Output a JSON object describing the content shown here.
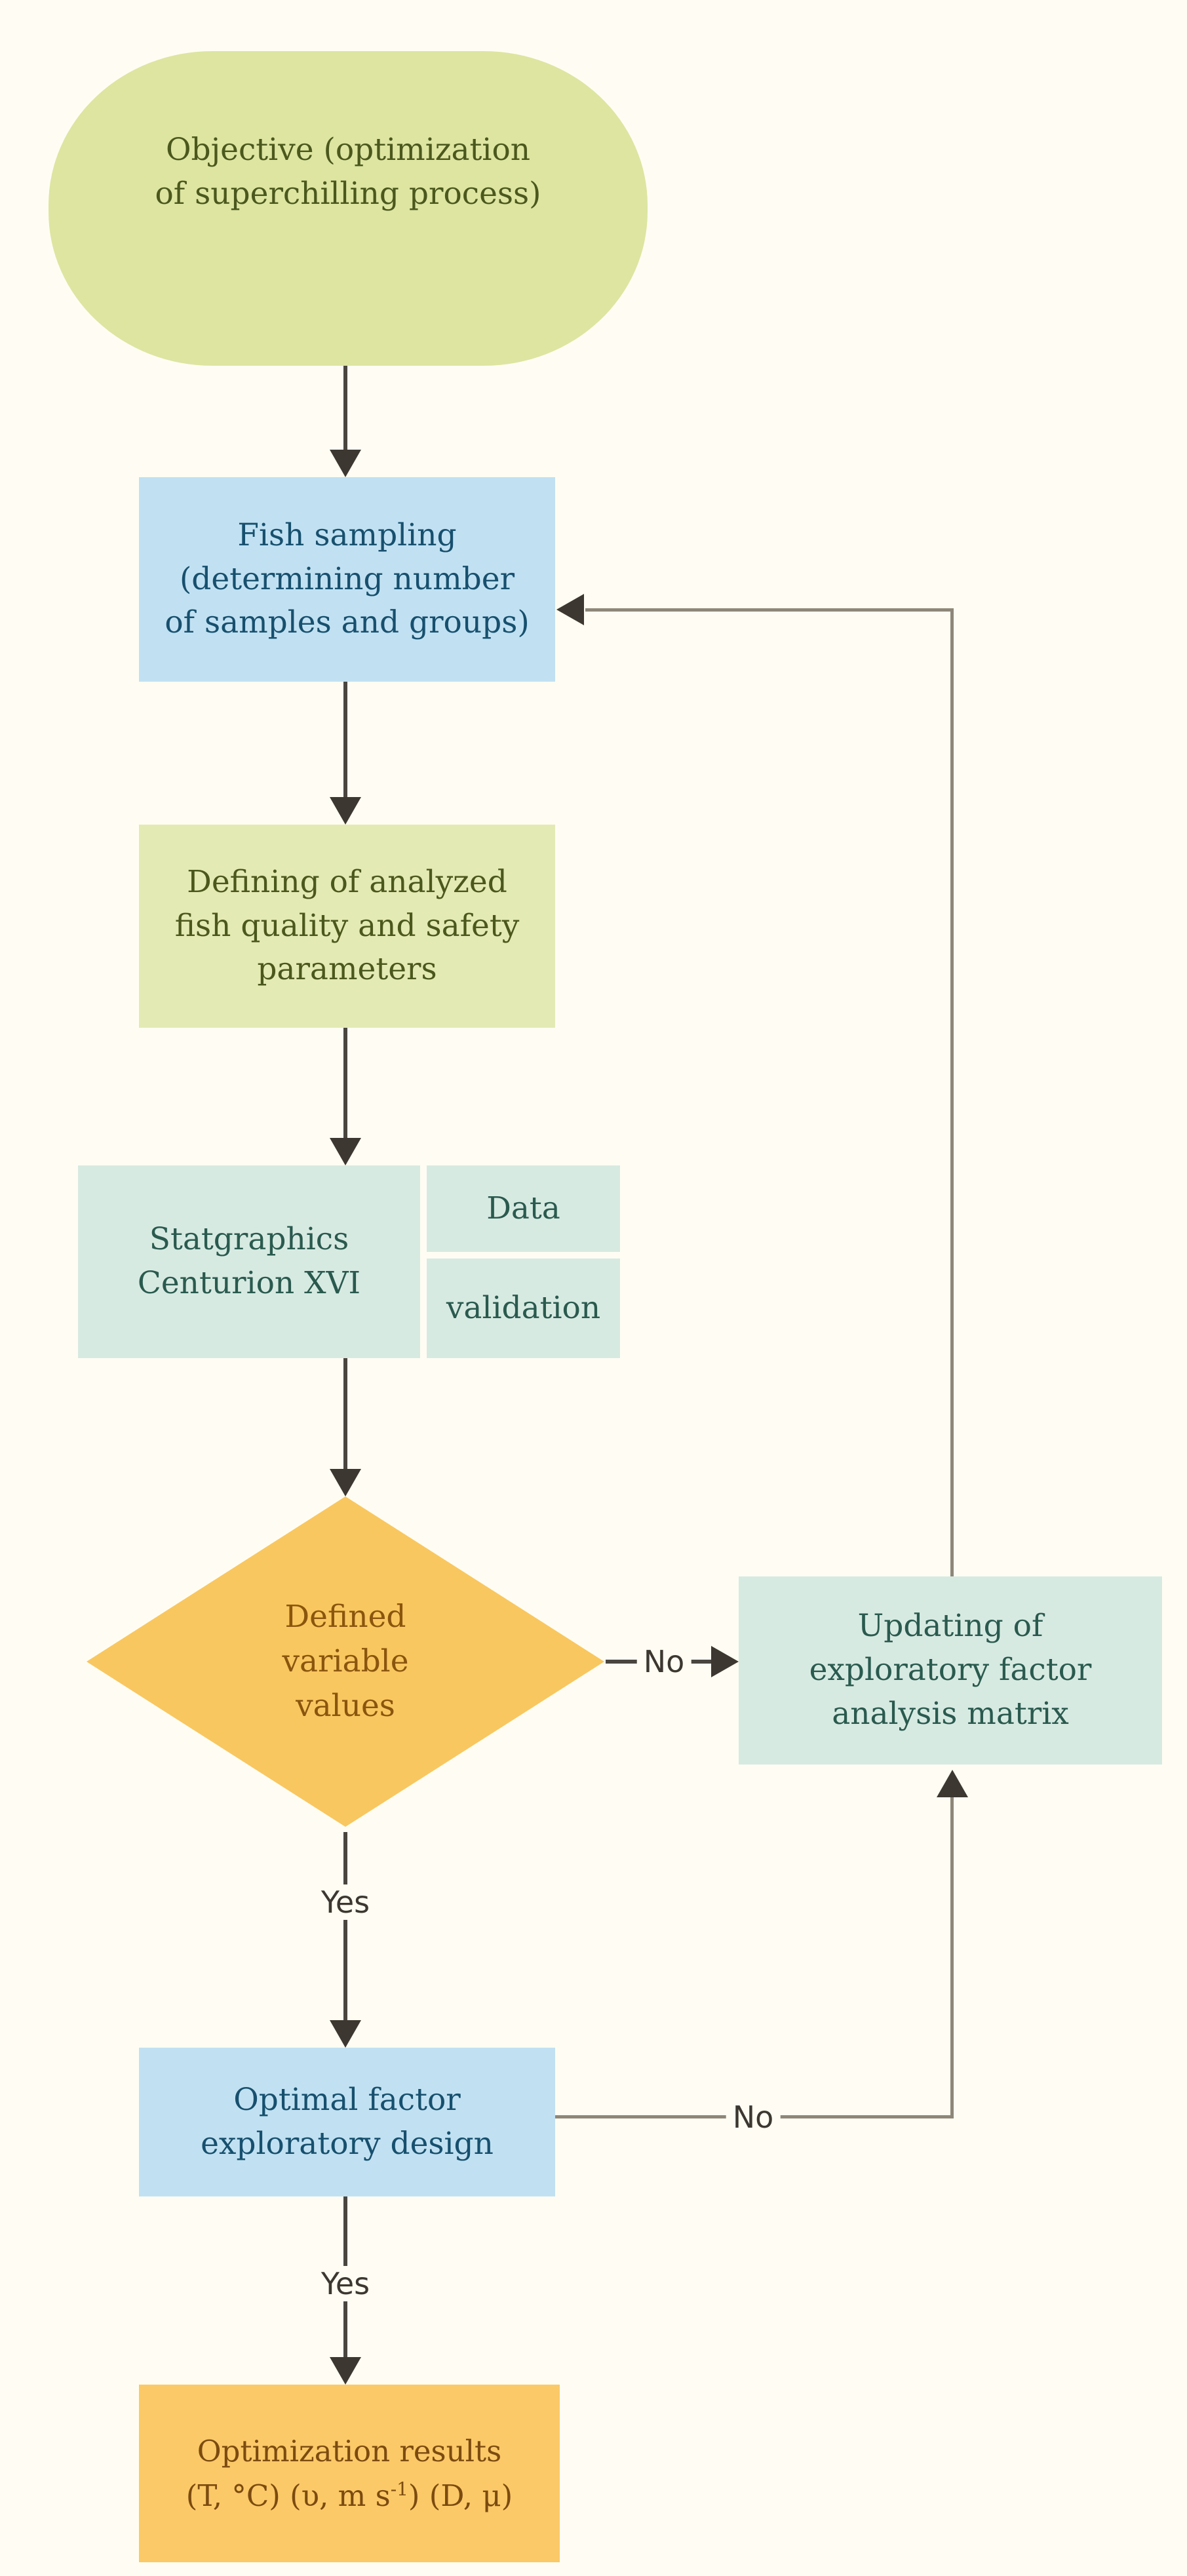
{
  "flowchart": {
    "background_color": "#fffdf3",
    "nodes": {
      "objective": {
        "label": "Objective (optimization\nof superchilling process)",
        "shape": "terminator",
        "fill": "#dde5a1",
        "text_color": "#4b581d"
      },
      "fish_sampling": {
        "label": "Fish sampling\n(determining number\nof samples and groups)",
        "shape": "process",
        "fill": "#c1e1f2",
        "text_color": "#17506e"
      },
      "defining": {
        "label": "Defining of analyzed\nfish quality and safety\nparameters",
        "shape": "process",
        "fill": "#e4eab4",
        "text_color": "#4b581d"
      },
      "statgraphics": {
        "label": "Statgraphics\nCenturion XVI",
        "shape": "process",
        "fill": "#d7eae2",
        "text_color": "#2a5a4e"
      },
      "data_validation": {
        "top_cell": "Data",
        "bottom_cell": "validation",
        "fill": "#d7eae2",
        "text_color": "#2a5a4e"
      },
      "decision": {
        "label": "Defined\nvariable\nvalues",
        "shape": "decision",
        "fill": "#f9c75f",
        "text_color": "#8a550e"
      },
      "updating": {
        "label": "Updating of\nexploratory factor\nanalysis matrix",
        "shape": "process",
        "fill": "#d7eae2",
        "text_color": "#2a5a4e"
      },
      "optimal": {
        "label": "Optimal factor\nexploratory design",
        "shape": "process",
        "fill": "#c1e1f2",
        "text_color": "#17506e"
      },
      "results": {
        "line1": "Optimization results",
        "line2_pre": "(T, °C) (υ, m s",
        "line2_sup": "-1",
        "line2_post": ") (D, μ)",
        "shape": "process",
        "fill": "#fbc967",
        "text_color": "#7c4b10"
      }
    },
    "edge_labels": {
      "decision_no": "No",
      "decision_yes": "Yes",
      "optimal_no": "No",
      "optimal_yes": "Yes"
    },
    "colors": {
      "connector": "#4a453e",
      "loop_line": "#8e8779",
      "arrowhead": "#3c3831"
    }
  }
}
